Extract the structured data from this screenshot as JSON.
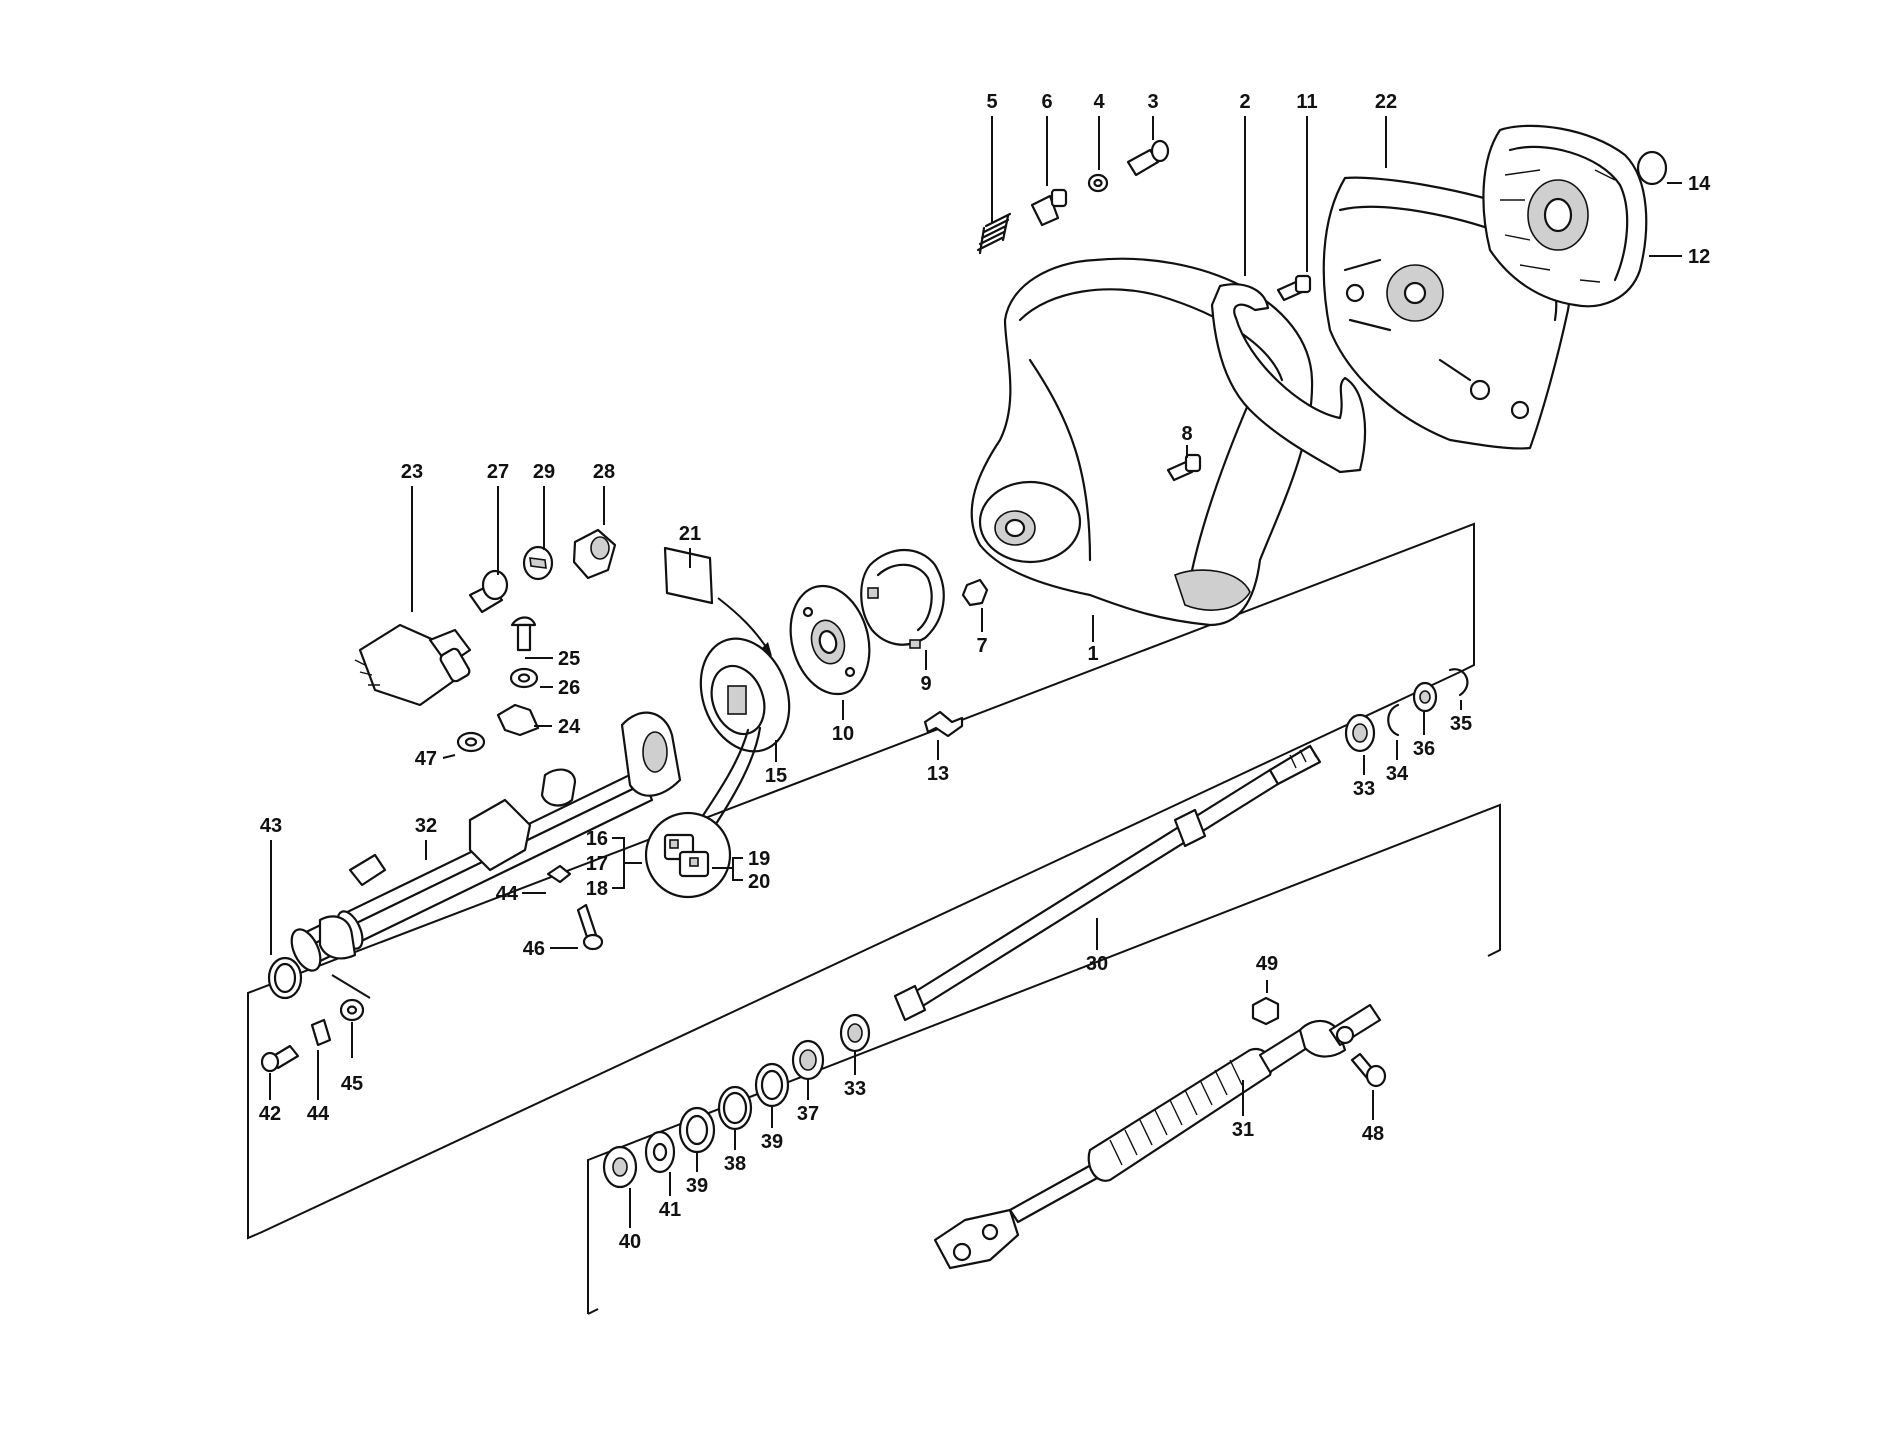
{
  "diagram": {
    "callouts": [
      "1",
      "2",
      "3",
      "4",
      "5",
      "6",
      "7",
      "8",
      "9",
      "10",
      "11",
      "12",
      "13",
      "14",
      "15",
      "16",
      "17",
      "18",
      "19",
      "20",
      "21",
      "22",
      "23",
      "24",
      "25",
      "26",
      "27",
      "28",
      "29",
      "30",
      "31",
      "32",
      "33",
      "34",
      "35",
      "36",
      "37",
      "38",
      "39",
      "40",
      "41",
      "42",
      "43",
      "44",
      "45",
      "46",
      "47",
      "48",
      "49"
    ],
    "label_33b": "33",
    "label_39b": "39",
    "label_44b": "44"
  }
}
